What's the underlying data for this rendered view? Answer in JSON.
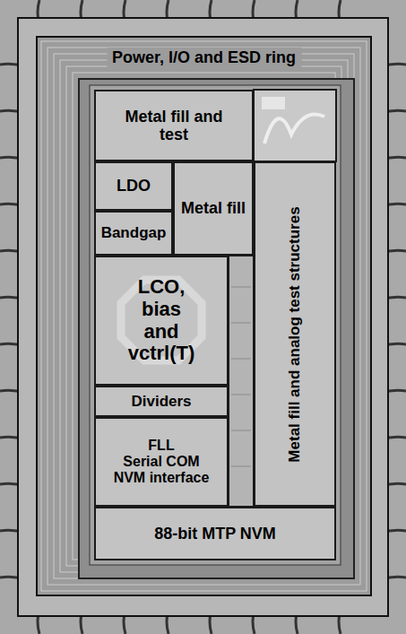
{
  "diagram": {
    "nodes": [
      {
        "text": [
          "Power, I/O and ESD ring"
        ]
      },
      {
        "text": [
          "Metal fill and test"
        ],
        "in": 0
      },
      {
        "text": [
          "LDO"
        ],
        "in": 0
      },
      {
        "text": [
          "Metal fill"
        ],
        "in": 0
      },
      {
        "text": [
          "Bandgap"
        ],
        "in": 0
      },
      {
        "text": [
          "LCO, bias and vctrl(T)"
        ],
        "in": 0
      },
      {
        "text": [
          "Metal fill and analog test structures"
        ],
        "in": 0
      },
      {
        "text": [
          "Dividers"
        ],
        "in": 0
      },
      {
        "text": [
          "FLL",
          "Serial COM",
          "NVM interface"
        ],
        "in": 0
      },
      {
        "text": [
          "88-bit MTP NVM"
        ],
        "in": 0
      }
    ]
  }
}
